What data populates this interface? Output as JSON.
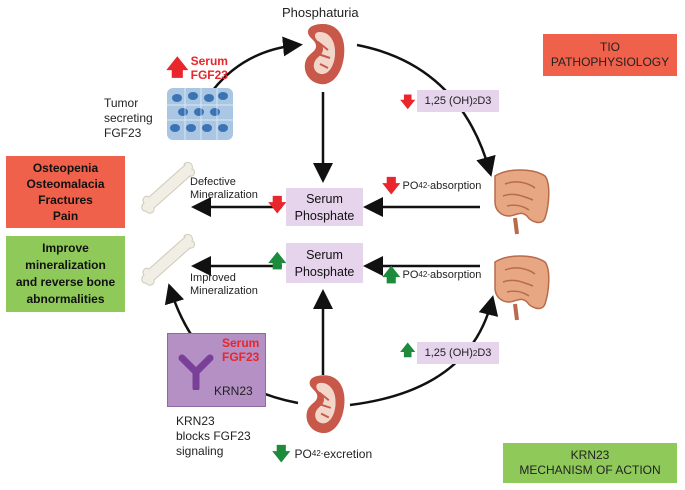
{
  "top_title": "Phosphaturia",
  "tio_label": [
    "TIO",
    "PATHOPHYSIOLOGY"
  ],
  "krn_label": [
    "KRN23",
    "MECHANISM OF ACTION"
  ],
  "tumor_label": [
    "Tumor",
    "secreting",
    "FGF23"
  ],
  "serum_fgf23_top": [
    "Serum",
    "FGF23"
  ],
  "serum_fgf23_bottom": [
    "Serum",
    "FGF23"
  ],
  "krn23_name": "KRN23",
  "red_box_lines": [
    "Osteopenia",
    "Osteomalacia",
    "Fractures",
    "Pain"
  ],
  "green_box_lines": [
    "Improve",
    "mineralization",
    "and reverse bone",
    "abnormalities"
  ],
  "defective_label": [
    "Defective",
    "Mineralization"
  ],
  "improved_label": [
    "Improved",
    "Mineralization"
  ],
  "serum_phosphate_top": [
    "Serum",
    "Phosphate"
  ],
  "serum_phosphate_bottom": [
    "Serum",
    "Phosphate"
  ],
  "vitd_top": "1,25 (OH)",
  "vitd_top_sub": "2",
  "vitd_top_end": "D3",
  "vitd_bottom": "1,25 (OH)",
  "vitd_bottom_sub": "2",
  "vitd_bottom_end": "D3",
  "po4_abs_top": "PO",
  "po4_abs_top_sub": "4",
  "po4_abs_top_sup": "2-",
  "po4_abs_top_end": " absorption",
  "po4_abs_bottom": "PO",
  "po4_abs_bottom_sub": "4",
  "po4_abs_bottom_sup": "2-",
  "po4_abs_bottom_end": " absorption",
  "excretion": "PO",
  "excretion_sub": "4",
  "excretion_sup": "2-",
  "excretion_end": " excretion",
  "blocks_label": [
    "KRN23",
    "blocks FGF23",
    "signaling"
  ],
  "colors": {
    "red": "#e8262b",
    "green": "#1e8a3c",
    "red_box": "#f0614b",
    "green_box": "#8fc95a",
    "lavender": "#e6d3ec",
    "purple_box": "#b490c4",
    "antibody": "#7a3f98"
  }
}
